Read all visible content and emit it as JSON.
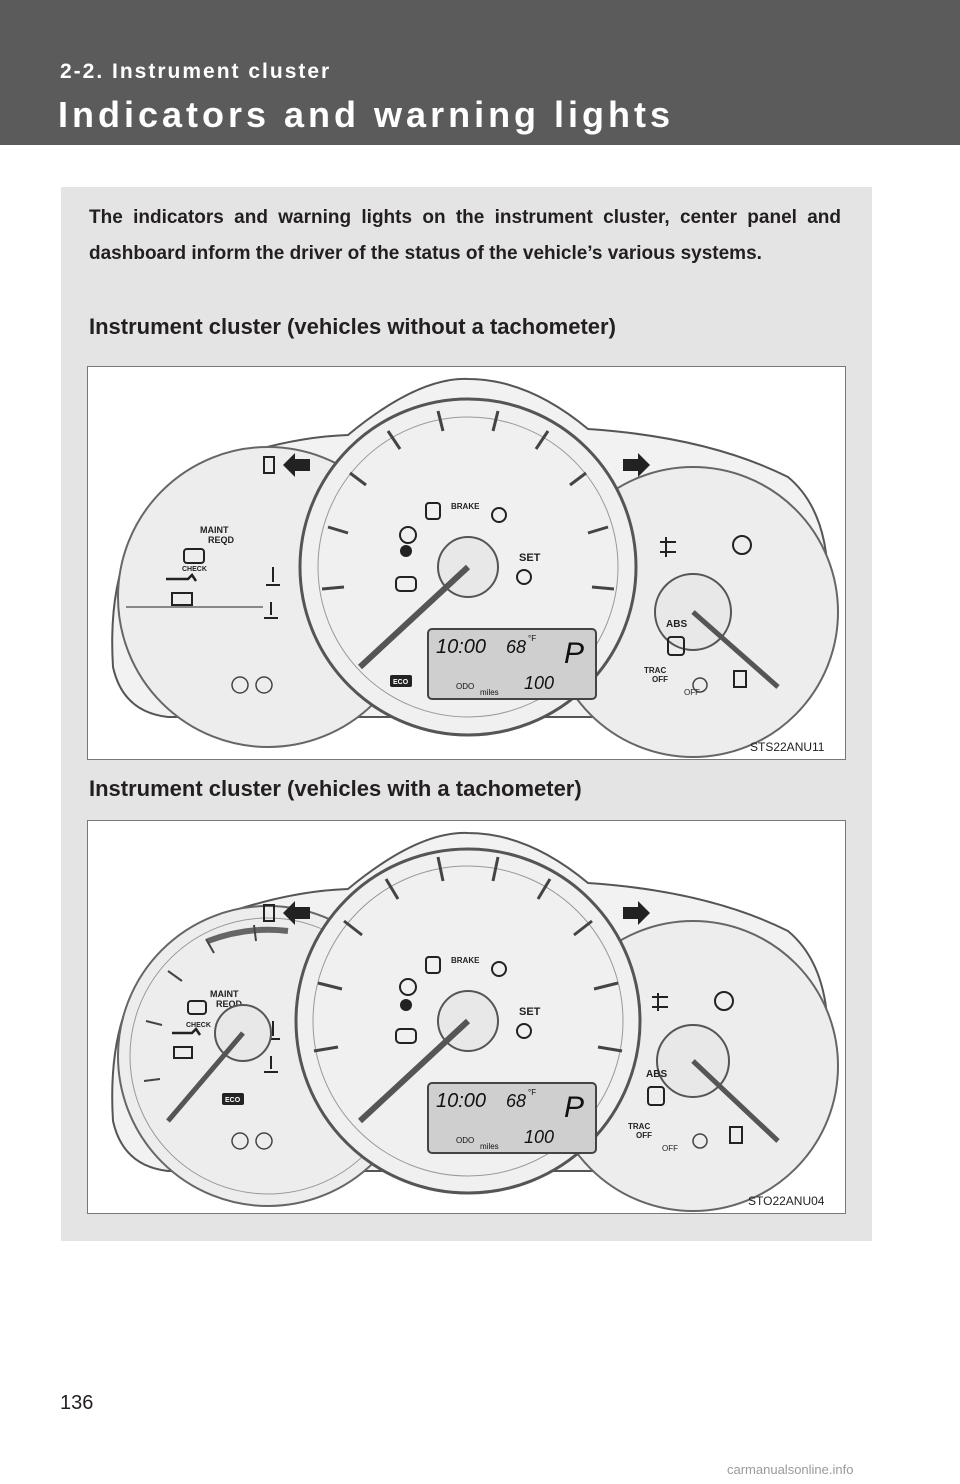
{
  "header": {
    "section": "2-2. Instrument cluster",
    "title": "Indicators and warning lights"
  },
  "intro": "The indicators and warning lights on the instrument cluster, center panel and dashboard inform the driver of the status of the vehicle’s various systems.",
  "figures": [
    {
      "caption": "Instrument cluster (vehicles without a tachometer)",
      "code": "STS22ANU11"
    },
    {
      "caption": "Instrument cluster (vehicles with a tachometer)",
      "code": "STO22ANU04"
    }
  ],
  "labels": {
    "maint": "MAINT",
    "reqd": "REQD",
    "check": "CHECK",
    "brake": "BRAKE",
    "set": "SET",
    "abs": "ABS",
    "trac": "TRAC",
    "off": "OFF",
    "eco": "ECO",
    "odo": "ODO",
    "miles": "miles",
    "clock": "10:00",
    "temp": "68",
    "temp_unit": "°F",
    "gear": "P",
    "odo_value": "100"
  },
  "page": {
    "number": "136",
    "watermark": "carmanualsonline.info"
  }
}
